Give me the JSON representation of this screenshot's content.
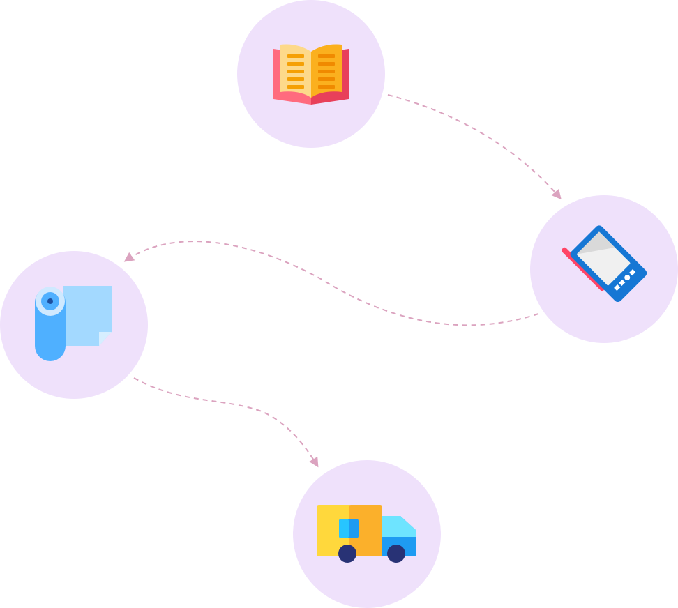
{
  "colors": {
    "circle_fill": "#efe1fb",
    "connector": "#dba3bf"
  },
  "steps": [
    {
      "id": "book",
      "icon": "open-book-icon"
    },
    {
      "id": "tablet",
      "icon": "graphics-tablet-icon"
    },
    {
      "id": "roll",
      "icon": "paper-roll-icon"
    },
    {
      "id": "truck",
      "icon": "delivery-truck-icon"
    }
  ],
  "connectors": [
    {
      "from": "book",
      "to": "tablet",
      "style": "dashed"
    },
    {
      "from": "tablet",
      "to": "roll",
      "style": "dashed"
    },
    {
      "from": "roll",
      "to": "truck",
      "style": "dashed"
    }
  ]
}
